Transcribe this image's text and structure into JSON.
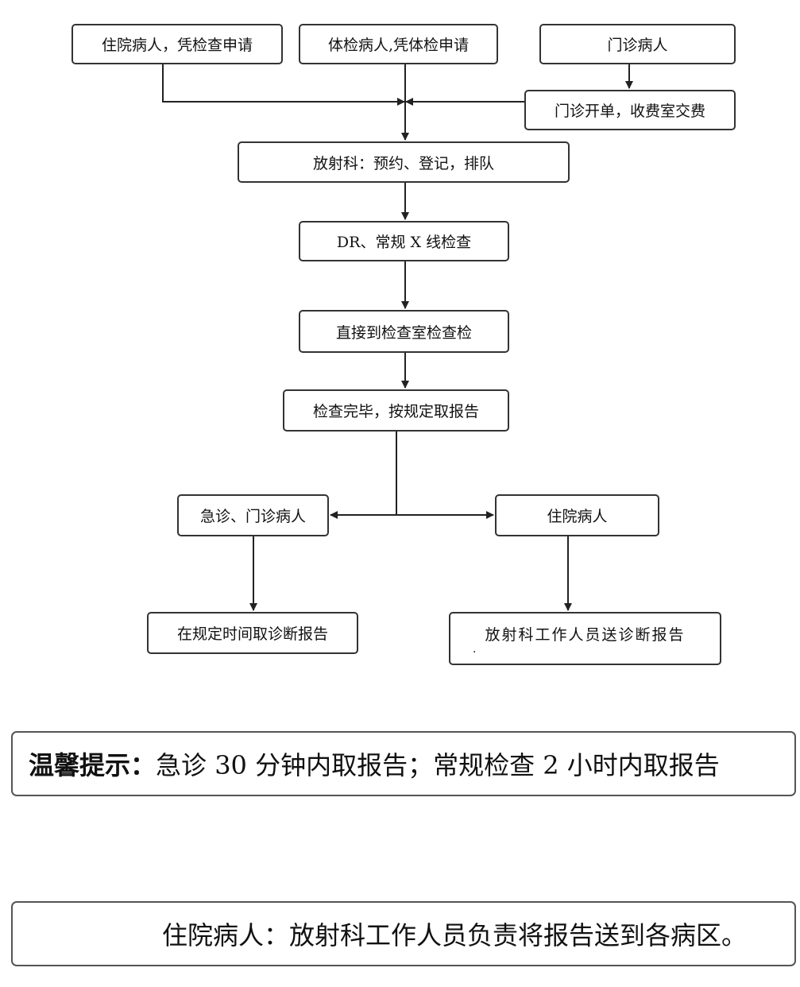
{
  "flowchart": {
    "nodes": {
      "inpatient_request": "住院病人，凭检查申请",
      "checkup_request": "体检病人,凭体检申请",
      "outpatient": "门诊病人",
      "outpatient_billing": "门诊开单，收费室交费",
      "radiology_registration": "放射科：预约、登记，排队",
      "dr_xray": "DR、常规 X 线检查",
      "go_to_exam_room": "直接到检查室检查检",
      "exam_done": "检查完毕，按规定取报告",
      "emergency_outpatient": "急诊、门诊病人",
      "inpatient": "住院病人",
      "collect_report": "在规定时间取诊断报告",
      "staff_deliver_report": "放射科工作人员送诊断报告",
      "staff_deliver_report_dot": "."
    }
  },
  "tip": {
    "label": "温馨提示：",
    "text": "急诊 30 分钟内取报告；常规检查 2 小时内取报告"
  },
  "inpatient_note": {
    "text": "住院病人：放射科工作人员负责将报告送到各病区。"
  }
}
